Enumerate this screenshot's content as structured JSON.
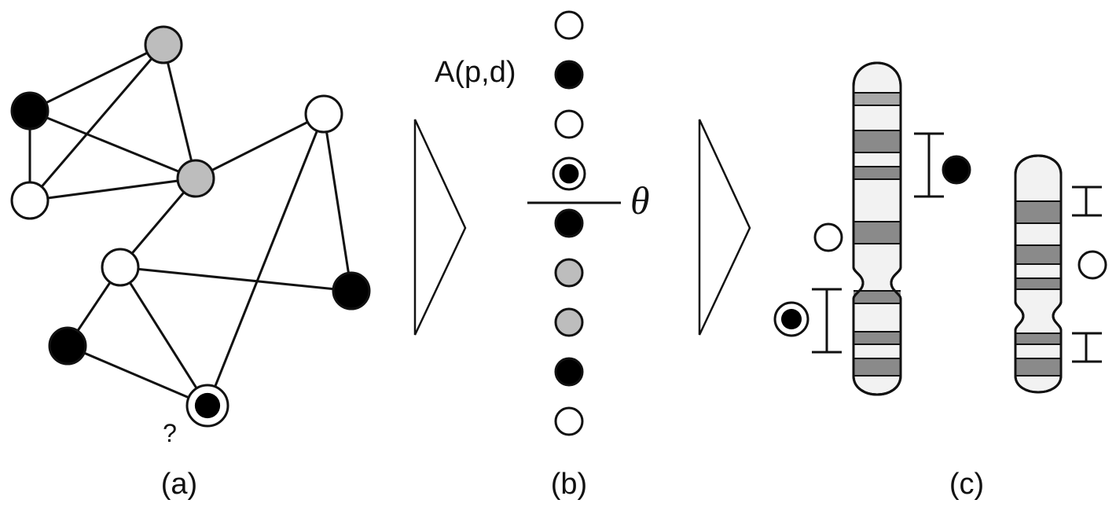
{
  "colors": {
    "node_black": "#000000",
    "node_gray": "#bdbdbd",
    "node_white": "#ffffff",
    "band_dark": "#8a8a8a",
    "band_mid": "#a8a8a8",
    "chromosome_fill": "#f2f2f2",
    "line": "#111111"
  },
  "panel_a": {
    "label": "(a)",
    "query_mark": "?",
    "nodes": [
      {
        "id": "n1",
        "status": "gray"
      },
      {
        "id": "n2",
        "status": "black"
      },
      {
        "id": "n3",
        "status": "white"
      },
      {
        "id": "n4",
        "status": "gray"
      },
      {
        "id": "n5",
        "status": "white"
      },
      {
        "id": "n6",
        "status": "white"
      },
      {
        "id": "n7",
        "status": "black"
      },
      {
        "id": "n8",
        "status": "black"
      },
      {
        "id": "n9",
        "status": "query"
      }
    ],
    "edges": [
      [
        "n1",
        "n2"
      ],
      [
        "n1",
        "n3"
      ],
      [
        "n1",
        "n4"
      ],
      [
        "n2",
        "n3"
      ],
      [
        "n2",
        "n4"
      ],
      [
        "n3",
        "n4"
      ],
      [
        "n4",
        "n5"
      ],
      [
        "n4",
        "n6"
      ],
      [
        "n5",
        "n7"
      ],
      [
        "n5",
        "n9"
      ],
      [
        "n6",
        "n7"
      ],
      [
        "n6",
        "n8"
      ],
      [
        "n6",
        "n9"
      ],
      [
        "n8",
        "n9"
      ]
    ]
  },
  "panel_b": {
    "label": "(b)",
    "score_label": "A(p,d)",
    "threshold_label": "θ",
    "ranked_nodes": [
      "white",
      "black",
      "white",
      "query",
      "black",
      "gray",
      "gray",
      "black",
      "white"
    ],
    "threshold_after_index": 3
  },
  "panel_c": {
    "label": "(c)",
    "chromosomes": [
      {
        "id": "chromosome-1",
        "size": "large"
      },
      {
        "id": "chromosome-2",
        "size": "small"
      }
    ],
    "markers": [
      "black",
      "white",
      "query",
      "white"
    ]
  }
}
